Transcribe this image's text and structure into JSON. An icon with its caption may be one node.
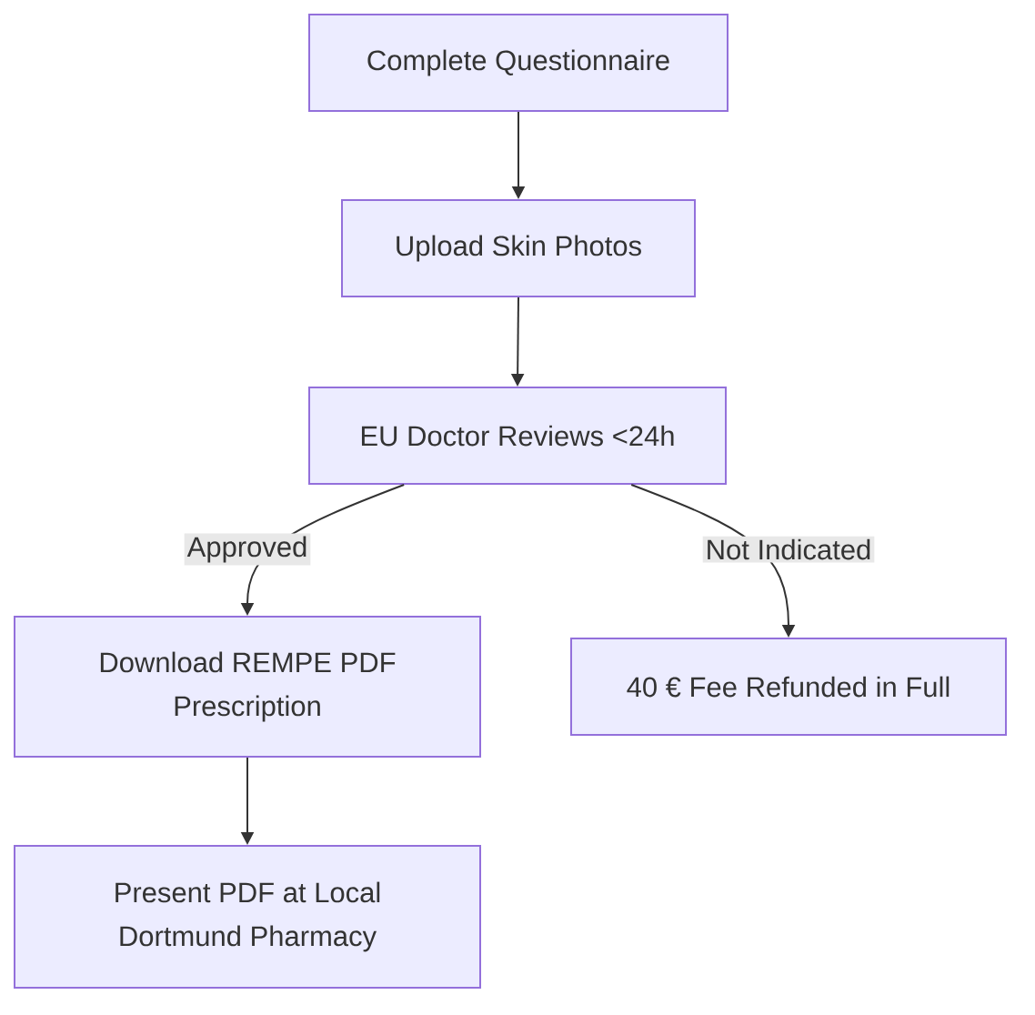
{
  "diagram": {
    "nodes": [
      {
        "text": [
          "Complete Questionnaire"
        ]
      },
      {
        "text": [
          "Upload Skin Photos"
        ]
      },
      {
        "text": [
          "EU Doctor Reviews <24h"
        ]
      },
      {
        "text": [
          "Download REMPE PDF Prescription"
        ]
      },
      {
        "text": [
          "40 € Fee Refunded in Full"
        ]
      },
      {
        "text": [
          "Present PDF at Local Dortmund Pharmacy"
        ]
      }
    ],
    "edges": [
      {
        "from": 0,
        "to": 1,
        "arrow": "to"
      },
      {
        "from": 1,
        "to": 2,
        "arrow": "to"
      },
      {
        "from": 2,
        "to": 3,
        "arrow": "to",
        "label": "Approved"
      },
      {
        "from": 2,
        "to": 4,
        "arrow": "to",
        "label": "Not Indicated"
      },
      {
        "from": 3,
        "to": 5,
        "arrow": "to"
      }
    ]
  }
}
